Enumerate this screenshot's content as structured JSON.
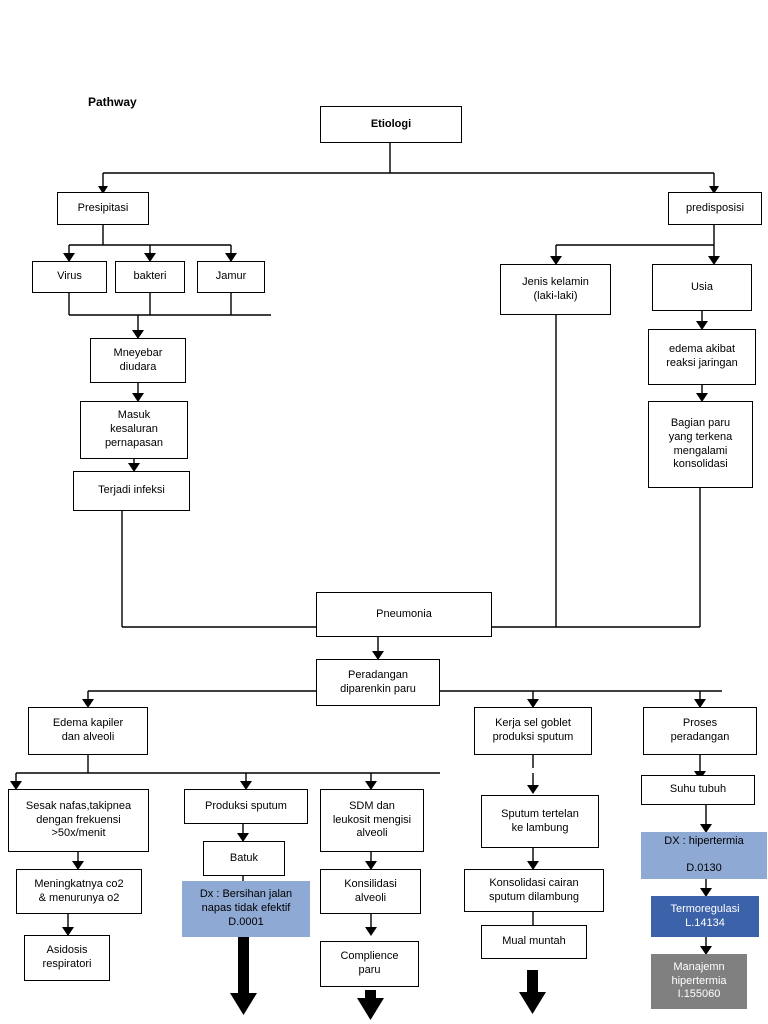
{
  "diagram": {
    "title": "Pathway",
    "colors": {
      "light_blue": "#8ea9d3",
      "dark_blue": "#3c62aa",
      "gray": "#808080",
      "outline": "#000000",
      "background": "#ffffff"
    },
    "nodes": [
      {
        "id": "etiologi",
        "label": "Etiologi",
        "style": "bold"
      },
      {
        "id": "presipitasi",
        "label": "Presipitasi",
        "style": "plain"
      },
      {
        "id": "predisposisi",
        "label": "predisposisi",
        "style": "plain"
      },
      {
        "id": "virus",
        "label": "Virus",
        "style": "plain"
      },
      {
        "id": "bakteri",
        "label": "bakteri",
        "style": "plain"
      },
      {
        "id": "jamur",
        "label": "Jamur",
        "style": "plain"
      },
      {
        "id": "jenis-kelamin",
        "label": "Jenis kelamin\n(laki-laki)",
        "style": "plain"
      },
      {
        "id": "usia",
        "label": "Usia",
        "style": "plain"
      },
      {
        "id": "menyebar-diudara",
        "label": "Mneyebar\ndiudara",
        "style": "plain"
      },
      {
        "id": "edema-akibat",
        "label": "edema akibat\nreaksi jaringan",
        "style": "plain"
      },
      {
        "id": "masuk-kesaluran",
        "label": "Masuk\nkesaluran\npernapasan",
        "style": "plain"
      },
      {
        "id": "bagian-paru",
        "label": "Bagian paru\nyang terkena\nmengalami\nkonsolidasi",
        "style": "plain"
      },
      {
        "id": "terjadi-infeksi",
        "label": "Terjadi infeksi",
        "style": "plain"
      },
      {
        "id": "pneumonia",
        "label": "Pneumonia",
        "style": "plain"
      },
      {
        "id": "peradangan-parenkim",
        "label": "Peradangan\ndiparenkin paru",
        "style": "plain"
      },
      {
        "id": "edema-kapiler",
        "label": "Edema kapiler\ndan alveoli",
        "style": "plain"
      },
      {
        "id": "kerja-sel-goblet",
        "label": "Kerja sel goblet\nproduksi sputum",
        "style": "plain"
      },
      {
        "id": "proses-peradangan",
        "label": "Proses\nperadangan",
        "style": "plain"
      },
      {
        "id": "sesak-nafas",
        "label": "Sesak nafas,takipnea\ndengan frekuensi\n>50x/menit",
        "style": "plain"
      },
      {
        "id": "produksi-sputum",
        "label": "Produksi sputum",
        "style": "plain"
      },
      {
        "id": "sdm-leukosit",
        "label": "SDM dan\nleukosit mengisi\nalveoli",
        "style": "plain"
      },
      {
        "id": "sputum-tertelan",
        "label": "Sputum tertelan\nke lambung",
        "style": "plain"
      },
      {
        "id": "suhu-tubuh",
        "label": "Suhu tubuh",
        "style": "plain"
      },
      {
        "id": "meningkatnya-co2",
        "label": "Meningkatnya co2\n& menurunya o2",
        "style": "plain"
      },
      {
        "id": "batuk",
        "label": "Batuk",
        "style": "plain"
      },
      {
        "id": "konsilidasi-alveoli",
        "label": "Konsilidasi\nalveoli",
        "style": "plain"
      },
      {
        "id": "konsolidasi-cairan",
        "label": "Konsolidasi cairan\nsputum dilambung",
        "style": "plain"
      },
      {
        "id": "dx-hipertermia",
        "label": "DX : hipertermia\n\nD.0130",
        "style": "blue"
      },
      {
        "id": "asidosis",
        "label": "Asidosis\nrespiratori",
        "style": "plain"
      },
      {
        "id": "dx-bersihan",
        "label": "Dx : Bersihan jalan\nnapas tidak efektif\nD.0001",
        "style": "blue"
      },
      {
        "id": "complience-paru",
        "label": "Complience\nparu",
        "style": "plain"
      },
      {
        "id": "mual-muntah",
        "label": "Mual muntah",
        "style": "plain"
      },
      {
        "id": "termoregulasi",
        "label": "Termoregulasi\nL.14134",
        "style": "darkblue"
      },
      {
        "id": "manajemen-hipertermia",
        "label": "Manajemn\nhipertermia\nI.155060",
        "style": "gray"
      }
    ]
  }
}
